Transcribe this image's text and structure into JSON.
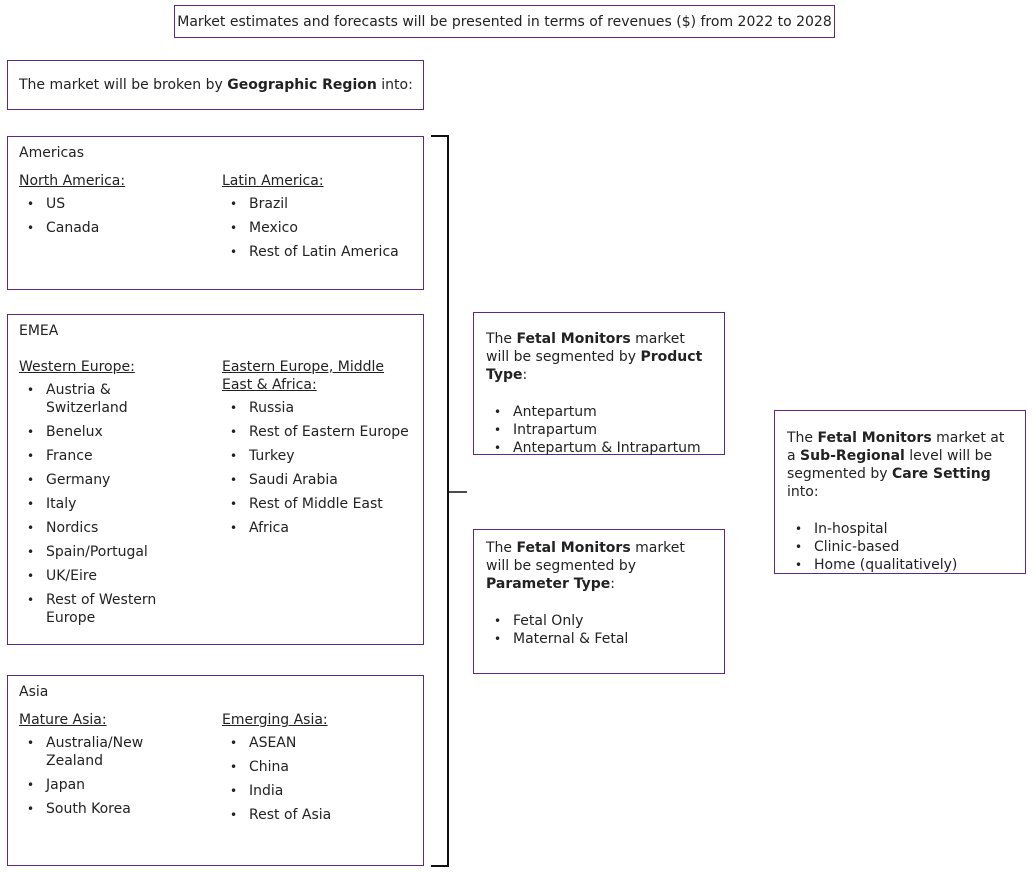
{
  "header": {
    "text": "Market estimates and forecasts will be presented in terms of revenues ($) from 2022 to 2028"
  },
  "geo": {
    "prefix": "The market will be broken by ",
    "bold": "Geographic Region",
    "suffix": " into:"
  },
  "regions": [
    {
      "title": "Americas",
      "left": {
        "heading": "North America:",
        "items": [
          "US",
          "Canada"
        ]
      },
      "right": {
        "heading": "Latin America:",
        "items": [
          "Brazil",
          "Mexico",
          "Rest of Latin America"
        ]
      }
    },
    {
      "title": "EMEA",
      "left": {
        "heading": "Western Europe:",
        "items": [
          "Austria & Switzerland",
          "Benelux",
          "France",
          "Germany",
          "Italy",
          "Nordics",
          "Spain/Portugal",
          "UK/Eire",
          "Rest of Western Europe"
        ]
      },
      "right": {
        "heading": "Eastern Europe, Middle East & Africa:",
        "items": [
          "Russia",
          "Rest of Eastern Europe",
          "Turkey",
          "Saudi Arabia",
          "Rest of Middle East",
          "Africa"
        ]
      }
    },
    {
      "title": "Asia",
      "left": {
        "heading": "Mature Asia:",
        "items": [
          "Australia/New Zealand",
          "Japan",
          "South Korea"
        ]
      },
      "right": {
        "heading": "Emerging Asia:",
        "items": [
          "ASEAN",
          "China",
          "India",
          "Rest of Asia"
        ]
      }
    }
  ],
  "product": {
    "p1": "The ",
    "b1": "Fetal Monitors",
    "p2": " market will be segmented by ",
    "b2": "Product Type",
    "p3": ":",
    "items": [
      "Antepartum",
      "Intrapartum",
      "Antepartum & Intrapartum"
    ]
  },
  "parameter": {
    "p1": "The ",
    "b1": "Fetal Monitors",
    "p2": " market will be segmented by ",
    "b2": "Parameter Type",
    "p3": ":",
    "items": [
      "Fetal Only",
      "Maternal & Fetal"
    ]
  },
  "care": {
    "p1": "The ",
    "b1": "Fetal Monitors",
    "p2": " market at a ",
    "b2": "Sub-Regional",
    "p3": " level will be segmented by ",
    "b3": "Care Setting",
    "p4": " into:",
    "items": [
      "In-hospital",
      "Clinic-based",
      "Home (qualitatively)"
    ]
  },
  "colors": {
    "border": "#5b2a86",
    "text": "#222222"
  }
}
